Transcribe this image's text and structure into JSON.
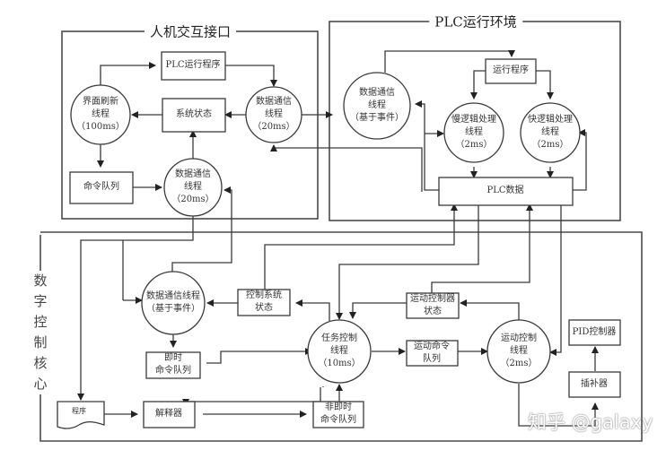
{
  "sections": {
    "hmi": "人机交互接口",
    "plc_env": "PLC运行环境",
    "nc_core": "数\n字\n控\n制\n核\n心"
  },
  "hmi": {
    "plc_program": "PLC运行程序",
    "ui_refresh_thread": "界面刷新\n线程\n（100ms）",
    "system_status": "系统状态",
    "comm_thread_right": "数据通信\n线程\n（20ms）",
    "command_queue": "命令队列",
    "comm_thread_bottom": "数据通信\n线程\n（20ms）"
  },
  "plc": {
    "comm_thread": "数据通信\n线程\n（基于事件）",
    "run_program": "运行程序",
    "slow_logic_thread": "慢逻辑处理\n线程\n（2ms）",
    "fast_logic_thread": "快逻辑处理\n线程\n（2ms）",
    "plc_data": "PLC数据"
  },
  "nc": {
    "comm_thread": "数据通信线程\n（基于事件）",
    "control_system_status": "控制系统\n状态",
    "immediate_queue": "即时\n命令队列",
    "program": "程序",
    "interpreter": "解释器",
    "non_immediate_queue": "非即时\n命令队列",
    "task_control_thread": "任务控制\n线程\n（10ms）",
    "motion_controller_status": "运动控制器\n状态",
    "motion_command_queue": "运动命令\n队列",
    "motion_control_thread": "运动控制\n线程\n（2ms）",
    "pid_controller": "PID控制器",
    "interpolator": "插补器"
  },
  "watermark": "知乎 @galaxy"
}
